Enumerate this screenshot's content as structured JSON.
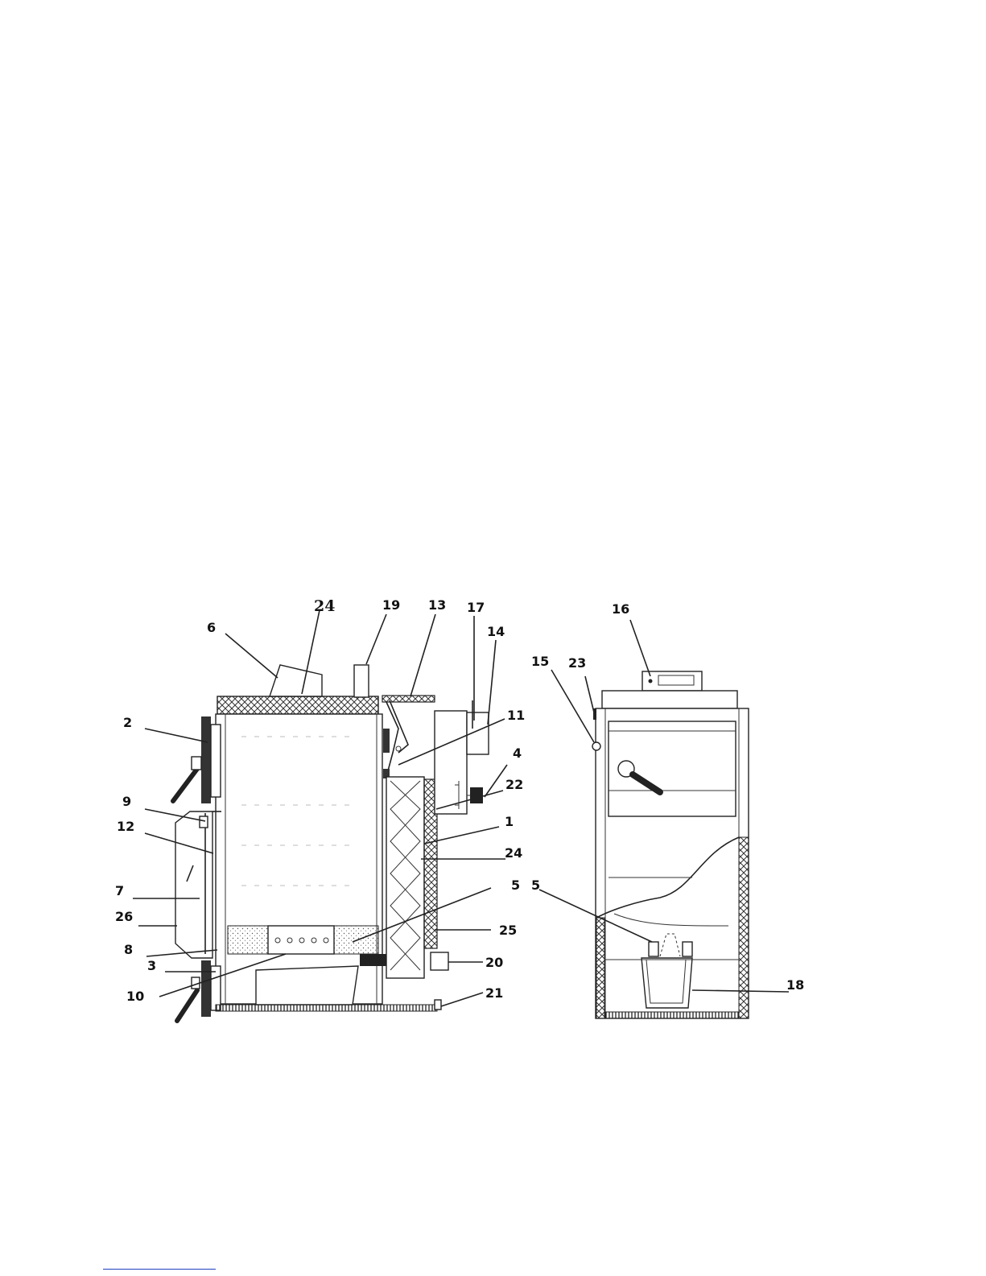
{
  "callouts": {
    "c1": "1",
    "c2": "2",
    "c3": "3",
    "c4": "4",
    "c5": "5",
    "c5b": "5",
    "c6": "6",
    "c7": "7",
    "c8": "8",
    "c9": "9",
    "c10": "10",
    "c11": "11",
    "c12": "12",
    "c13": "13",
    "c14": "14",
    "c15": "15",
    "c16": "16",
    "c17": "17",
    "c18": "18",
    "c19": "19",
    "c20": "20",
    "c21": "21",
    "c22": "22",
    "c23": "23",
    "c24a": "24",
    "c24b": "24",
    "c25": "25",
    "c26": "26"
  },
  "colors": {
    "line": "#222222",
    "hatch": "#333333",
    "footer_rule": "#1f3fbf"
  }
}
